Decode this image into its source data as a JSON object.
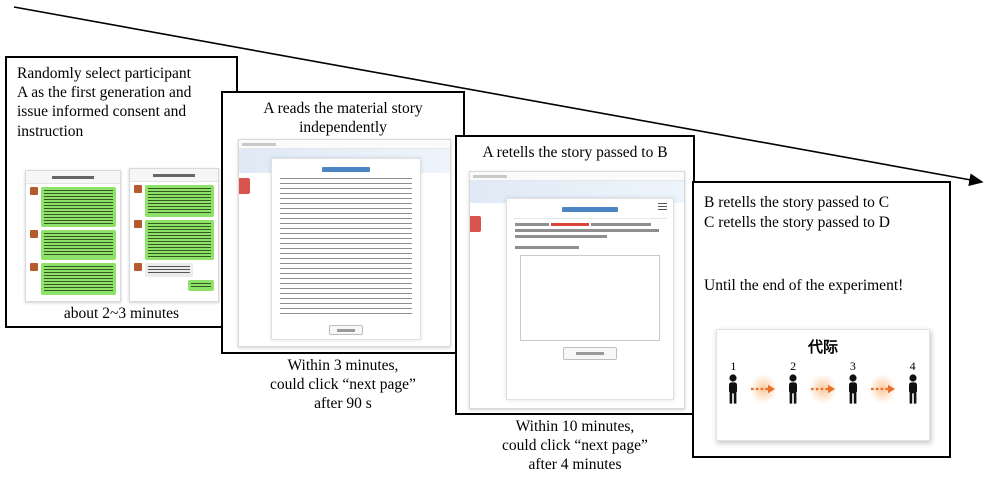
{
  "colors": {
    "wechat_green": "#8ee26a",
    "banner_blue": "#dfeaf6",
    "link_blue": "#4a84c4",
    "alert_red": "#d9534f",
    "arrow_orange": "#e8702a"
  },
  "panels": [
    {
      "title": "Randomly select participant\nA as the first generation and\nissue informed consent and\ninstruction",
      "caption": "about 2~3 minutes"
    },
    {
      "title": "A reads the material story\nindependently",
      "caption": "Within 3 minutes,\ncould click “next page”\nafter 90 s"
    },
    {
      "title": "A retells the story passed to B",
      "caption": "Within 10 minutes,\ncould click “next page”\nafter 4 minutes"
    },
    {
      "line1": "B retells the story passed to C",
      "line2": "C retells the story passed to D",
      "note": "Until the end of the experiment!",
      "figure": {
        "title": "代际",
        "numbers": [
          "1",
          "2",
          "3",
          "4"
        ]
      }
    }
  ]
}
